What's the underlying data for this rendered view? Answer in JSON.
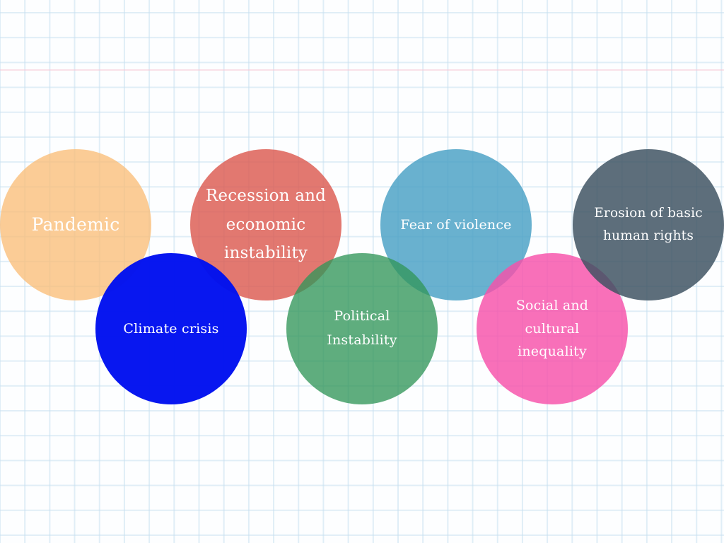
{
  "diagram": {
    "circles": [
      {
        "id": "pandemic",
        "label": "Pandemic",
        "color": "#f8c184"
      },
      {
        "id": "recession",
        "label": "Recession and economic instability",
        "color": "#df7a6e"
      },
      {
        "id": "fear",
        "label": "Fear of violence",
        "color": "#63adc9"
      },
      {
        "id": "erosion",
        "label": "Erosion of basic human rights",
        "color": "#5d6e7c"
      },
      {
        "id": "climate",
        "label": "Climate crisis",
        "color": "#0014f0"
      },
      {
        "id": "political",
        "label": "Political Instability",
        "color": "#5aaf7b"
      },
      {
        "id": "social",
        "label": "Social and cultural inequality",
        "color": "#f365b4"
      }
    ]
  }
}
